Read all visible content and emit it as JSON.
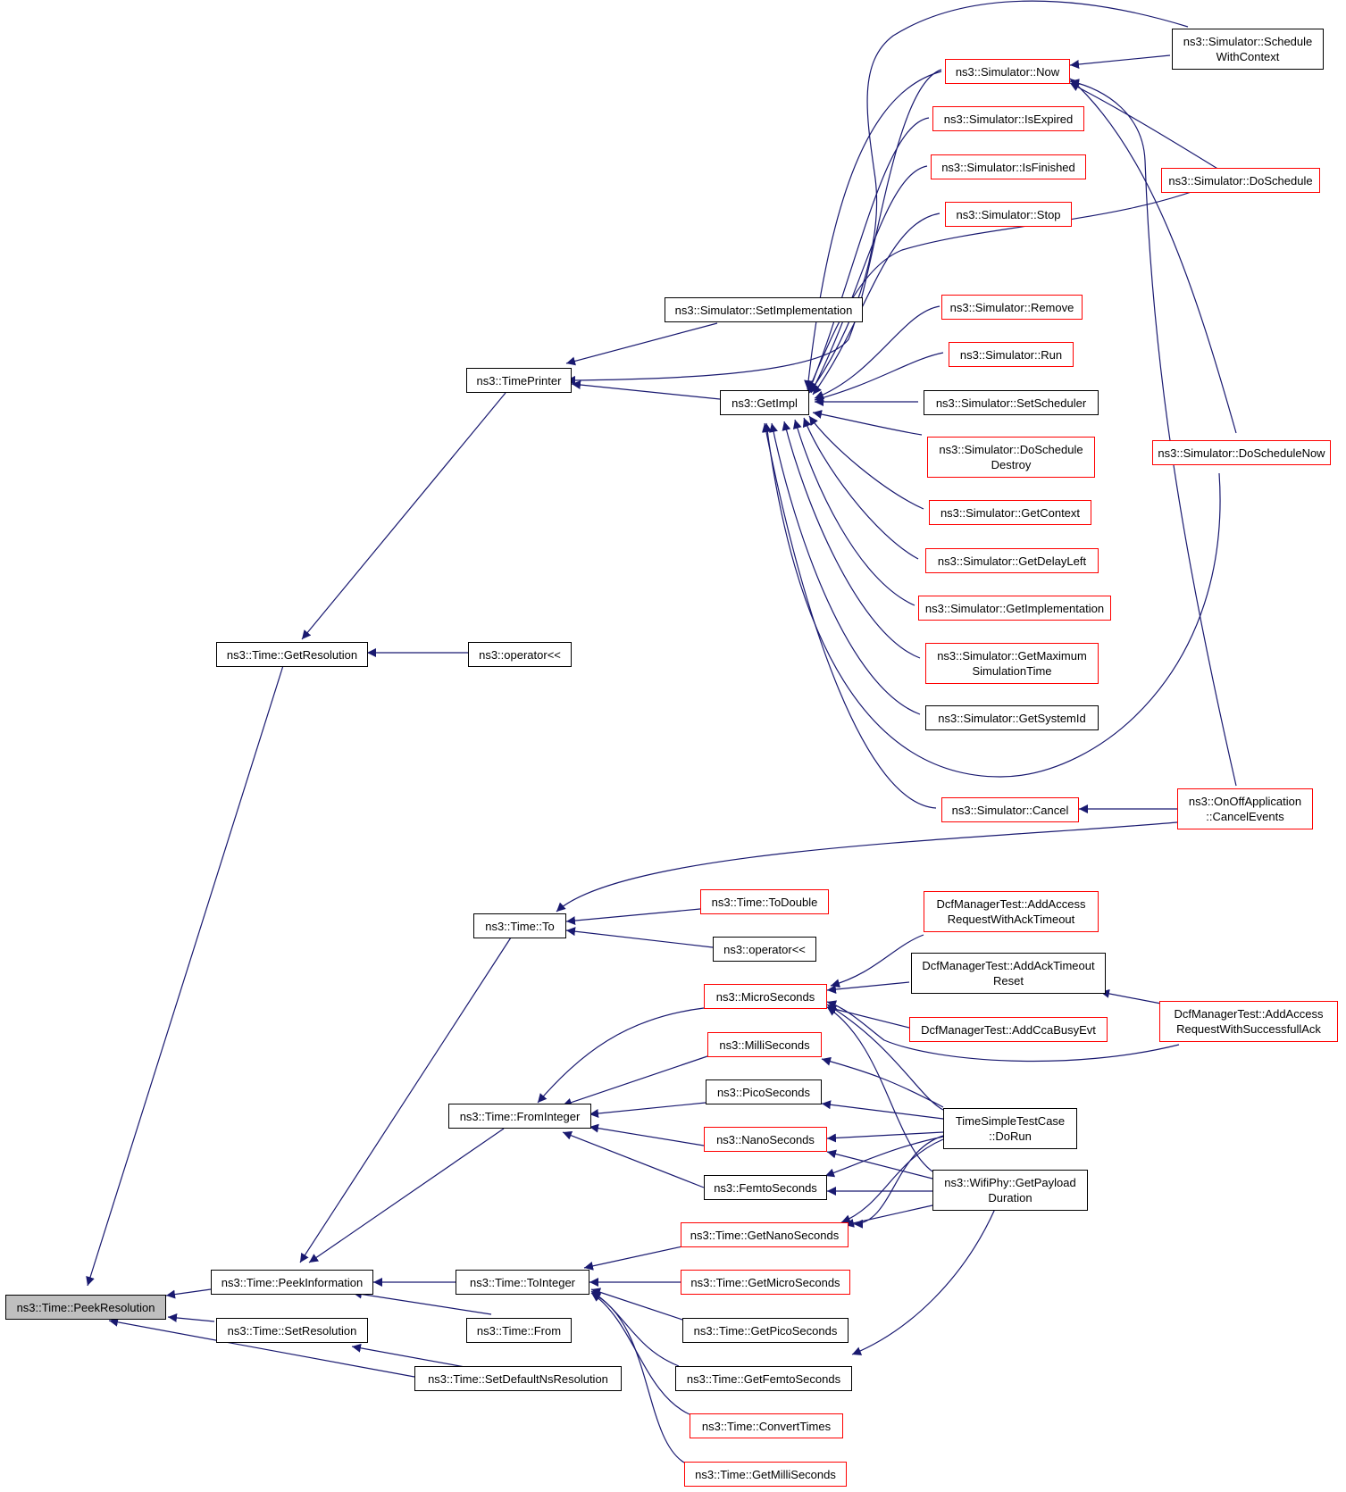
{
  "nodes": {
    "peek_resolution": "ns3::Time::PeekResolution",
    "get_resolution": "ns3::Time::GetResolution",
    "peek_information": "ns3::Time::PeekInformation",
    "set_resolution": "ns3::Time::SetResolution",
    "set_default_ns_resolution": "ns3::Time::SetDefaultNsResolution",
    "time_printer": "ns3::TimePrinter",
    "operator_ll_1": "ns3::operator<<",
    "set_implementation": "ns3::Simulator::SetImplementation",
    "get_impl": "ns3::GetImpl",
    "sim_now": "ns3::Simulator::Now",
    "sim_is_expired": "ns3::Simulator::IsExpired",
    "sim_is_finished": "ns3::Simulator::IsFinished",
    "sim_stop": "ns3::Simulator::Stop",
    "sim_remove": "ns3::Simulator::Remove",
    "sim_run": "ns3::Simulator::Run",
    "sim_set_scheduler": "ns3::Simulator::SetScheduler",
    "sim_do_schedule_destroy": "ns3::Simulator::DoSchedule\nDestroy",
    "sim_get_context": "ns3::Simulator::GetContext",
    "sim_get_delay_left": "ns3::Simulator::GetDelayLeft",
    "sim_get_implementation": "ns3::Simulator::GetImplementation",
    "sim_get_max_sim_time": "ns3::Simulator::GetMaximum\nSimulationTime",
    "sim_get_system_id": "ns3::Simulator::GetSystemId",
    "sim_cancel": "ns3::Simulator::Cancel",
    "sim_schedule_with_context": "ns3::Simulator::Schedule\nWithContext",
    "sim_do_schedule": "ns3::Simulator::DoSchedule",
    "sim_do_schedule_now": "ns3::Simulator::DoScheduleNow",
    "onoff_cancel_events": "ns3::OnOffApplication\n::CancelEvents",
    "time_to": "ns3::Time::To",
    "time_to_double": "ns3::Time::ToDouble",
    "operator_ll_2": "ns3::operator<<",
    "from_integer": "ns3::Time::FromInteger",
    "micro_seconds": "ns3::MicroSeconds",
    "milli_seconds": "ns3::MilliSeconds",
    "pico_seconds": "ns3::PicoSeconds",
    "nano_seconds": "ns3::NanoSeconds",
    "femto_seconds": "ns3::FemtoSeconds",
    "dcf_add_access_ack_timeout": "DcfManagerTest::AddAccess\nRequestWithAckTimeout",
    "dcf_add_ack_timeout_reset": "DcfManagerTest::AddAckTimeout\nReset",
    "dcf_add_cca_busy_evt": "DcfManagerTest::AddCcaBusyEvt",
    "dcf_add_access_successful_ack": "DcfManagerTest::AddAccess\nRequestWithSuccessfullAck",
    "time_simple_test_do_run": "TimeSimpleTestCase\n::DoRun",
    "wifi_get_payload_duration": "ns3::WifiPhy::GetPayload\nDuration",
    "to_integer": "ns3::Time::ToInteger",
    "time_from": "ns3::Time::From",
    "get_nano_seconds": "ns3::Time::GetNanoSeconds",
    "get_micro_seconds": "ns3::Time::GetMicroSeconds",
    "get_pico_seconds": "ns3::Time::GetPicoSeconds",
    "get_femto_seconds": "ns3::Time::GetFemtoSeconds",
    "convert_times": "ns3::Time::ConvertTimes",
    "get_milli_seconds": "ns3::Time::GetMilliSeconds"
  },
  "colors": {
    "edge": "#191970",
    "black_border": "#000000",
    "red_border": "#ff0000",
    "root_fill": "#bfbfbf"
  }
}
